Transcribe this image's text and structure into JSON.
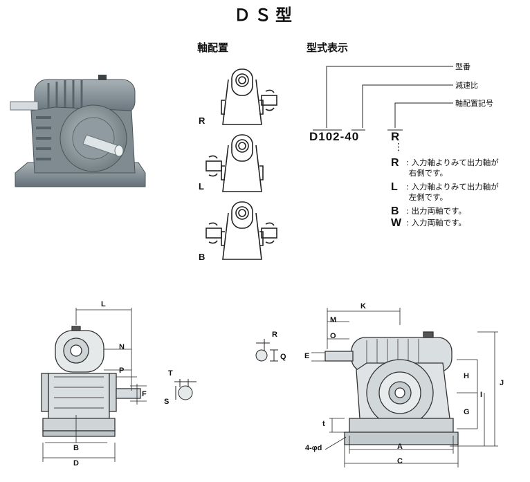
{
  "title": "ＤＳ型",
  "axis_layout": {
    "heading": "軸配置",
    "labels": [
      "R",
      "L",
      "B"
    ]
  },
  "model_display": {
    "heading": "型式表示",
    "code": "D102-40",
    "code_suffix": "R",
    "callouts": [
      "型番",
      "減速比",
      "軸配置記号"
    ],
    "dots": "⋮",
    "legend": [
      {
        "key": "R",
        "desc": ": 入力軸よりみて出力軸が\n 右側です。"
      },
      {
        "key": "L",
        "desc": ": 入力軸よりみて出力軸が\n 左側です。"
      },
      {
        "key": "B",
        "desc": ": 出力両軸です。"
      },
      {
        "key": "W",
        "desc": ": 入力両軸です。"
      }
    ]
  },
  "front_view_dims": {
    "L": "L",
    "N": "N",
    "P": "P",
    "F": "F",
    "B": "B",
    "D": "D"
  },
  "key_detail": {
    "T": "T",
    "S": "S"
  },
  "shaft_detail": {
    "R": "R",
    "Q": "Q"
  },
  "side_view_dims": {
    "K": "K",
    "M": "M",
    "O": "O",
    "E": "E",
    "H": "H",
    "J": "J",
    "I": "I",
    "G": "G",
    "t": "t",
    "bolt": "4-φd",
    "A": "A",
    "C": "C"
  },
  "colors": {
    "housing": "#8e9aa0",
    "housing_dark": "#5f6b70",
    "shaft": "#c9cfd2",
    "line": "#222222"
  }
}
